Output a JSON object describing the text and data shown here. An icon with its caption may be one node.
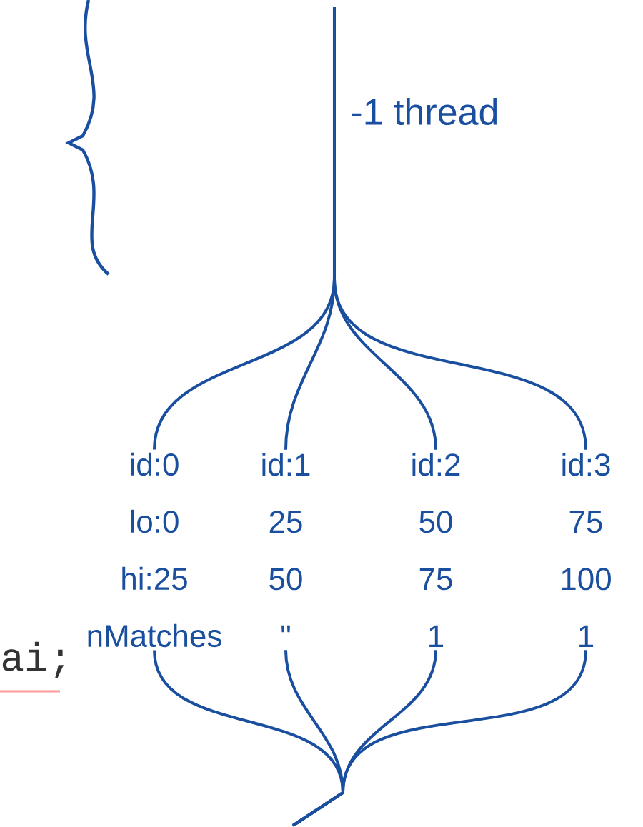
{
  "diagram": {
    "nodes": [
      {
        "text": [
          "id:0",
          "lo:0",
          "hi:25",
          "nMatches"
        ]
      },
      {
        "text": [
          "id:1",
          "25",
          "50",
          "\""
        ]
      },
      {
        "text": [
          "id:2",
          "50",
          "75",
          "1"
        ]
      },
      {
        "text": [
          "id:3",
          "75",
          "100",
          "1"
        ]
      }
    ],
    "edges": [
      {
        "from": null,
        "to": 0,
        "arrow": "none"
      },
      {
        "from": null,
        "to": 1,
        "arrow": "none"
      },
      {
        "from": null,
        "to": 2,
        "arrow": "none"
      },
      {
        "from": null,
        "to": 3,
        "arrow": "none"
      },
      {
        "from": 0,
        "to": null,
        "arrow": "none"
      },
      {
        "from": 1,
        "to": null,
        "arrow": "none"
      },
      {
        "from": 2,
        "to": null,
        "arrow": "none"
      },
      {
        "from": 3,
        "to": null,
        "arrow": "none"
      }
    ],
    "labels": [
      "-1 thread",
      "ai;"
    ]
  }
}
